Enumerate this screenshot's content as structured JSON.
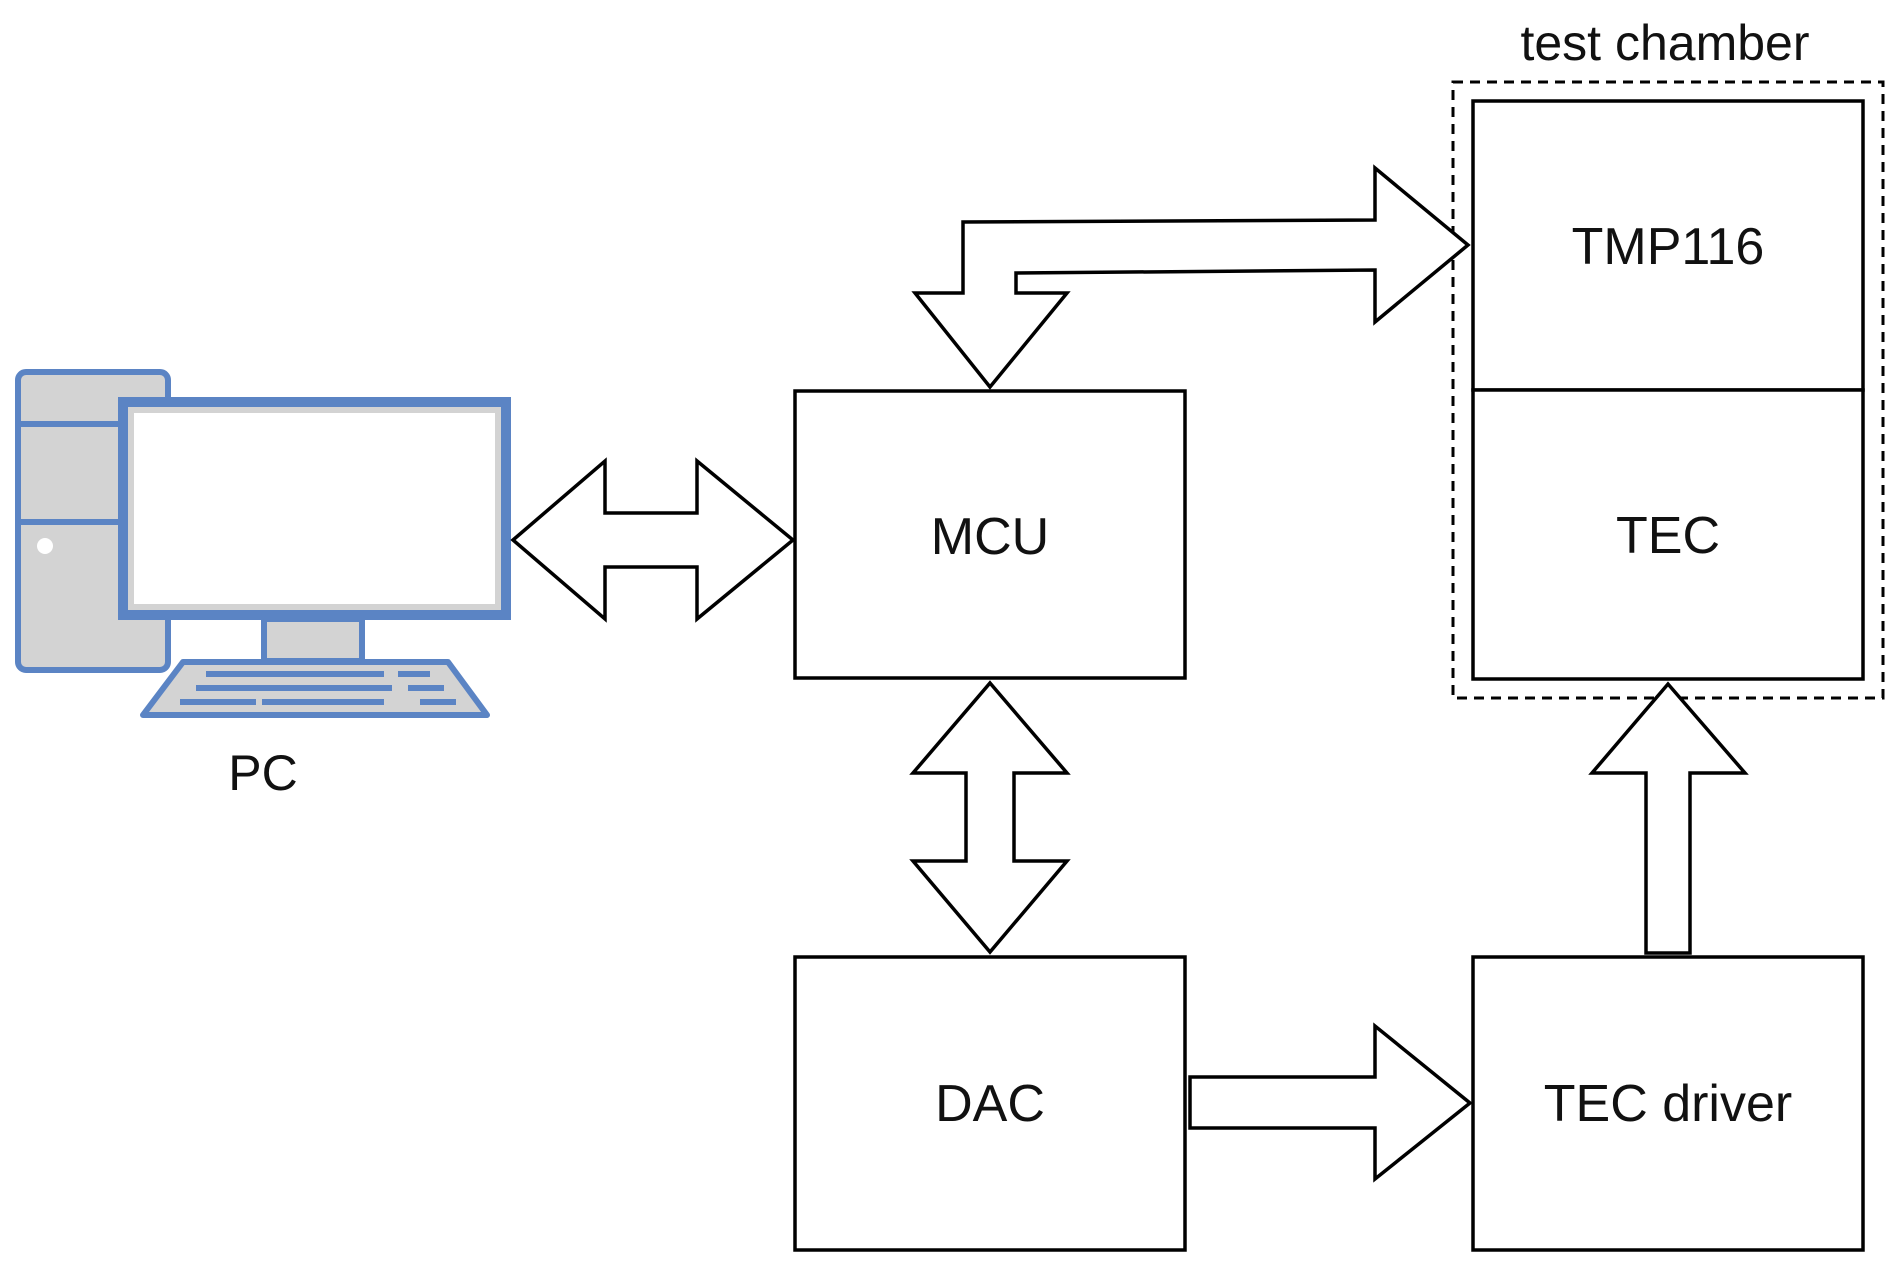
{
  "labels": {
    "pc": "PC",
    "mcu": "MCU",
    "dac": "DAC",
    "tmp116": "TMP116",
    "tec": "TEC",
    "tec_driver": "TEC driver",
    "test_chamber": "test chamber"
  },
  "colors": {
    "stroke": "#000000",
    "pc_outline": "#5b84c4",
    "pc_fill": "#d3d3d3",
    "screen_fill": "#ffffff"
  },
  "icons": {
    "pc": "desktop-computer-icon"
  }
}
